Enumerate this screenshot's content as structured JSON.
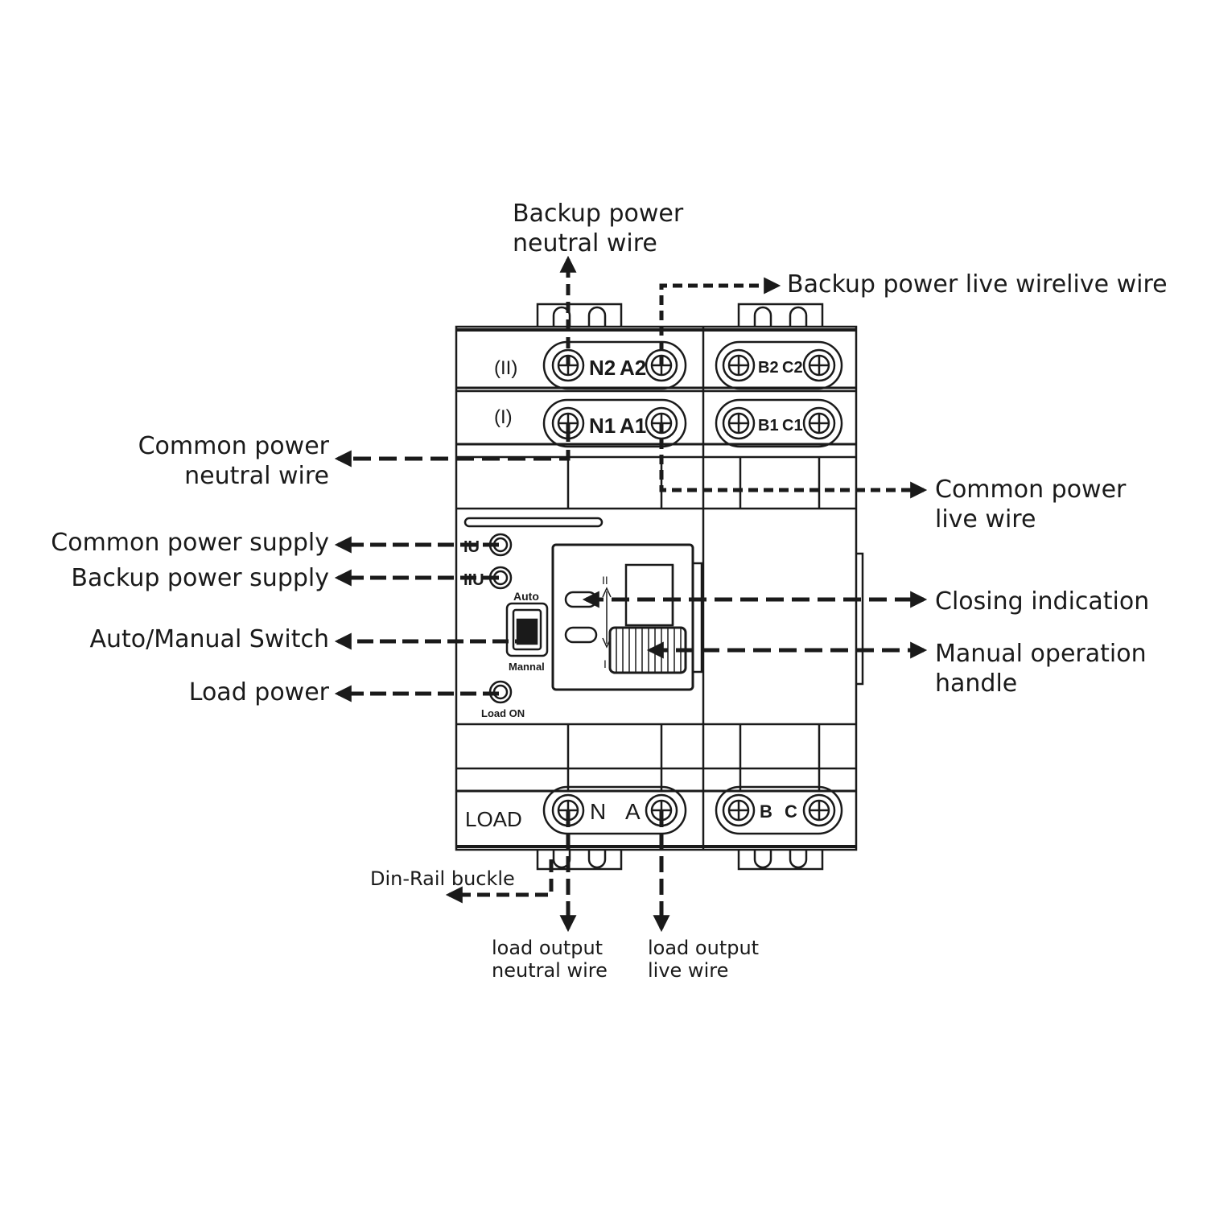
{
  "callouts": {
    "backup_neutral": "Backup power\nneutral wire",
    "backup_live": "Backup power live wirelive wire",
    "common_neutral": "Common power\nneutral wire",
    "common_live": "Common power\nlive wire",
    "common_supply": "Common power supply",
    "backup_supply": "Backup power supply",
    "auto_manual": "Auto/Manual Switch",
    "load_power": "Load power",
    "closing_indication": "Closing indication",
    "manual_handle": "Manual operation\nhandle",
    "din_rail": "Din-Rail buckle",
    "load_neutral": "load output\nneutral wire",
    "load_live": "load output\nlive wire"
  },
  "device": {
    "row2_tag": "(II)",
    "row1_tag": "(I)",
    "t_n2": "N2",
    "t_a2": "A2",
    "t_b2": "B2",
    "t_c2": "C2",
    "t_n1": "N1",
    "t_a1": "A1",
    "t_b1": "B1",
    "t_c1": "C1",
    "load_tag": "LOAD",
    "t_n": "N",
    "t_a": "A",
    "t_b": "B",
    "t_c": "C",
    "led1": "IU",
    "led2": "IIU",
    "auto": "Auto",
    "manual": "Mannal",
    "load_on": "Load ON",
    "pos2": "II",
    "pos1": "I"
  },
  "colors": {
    "line": "#1a1a1a",
    "background": "#ffffff"
  }
}
